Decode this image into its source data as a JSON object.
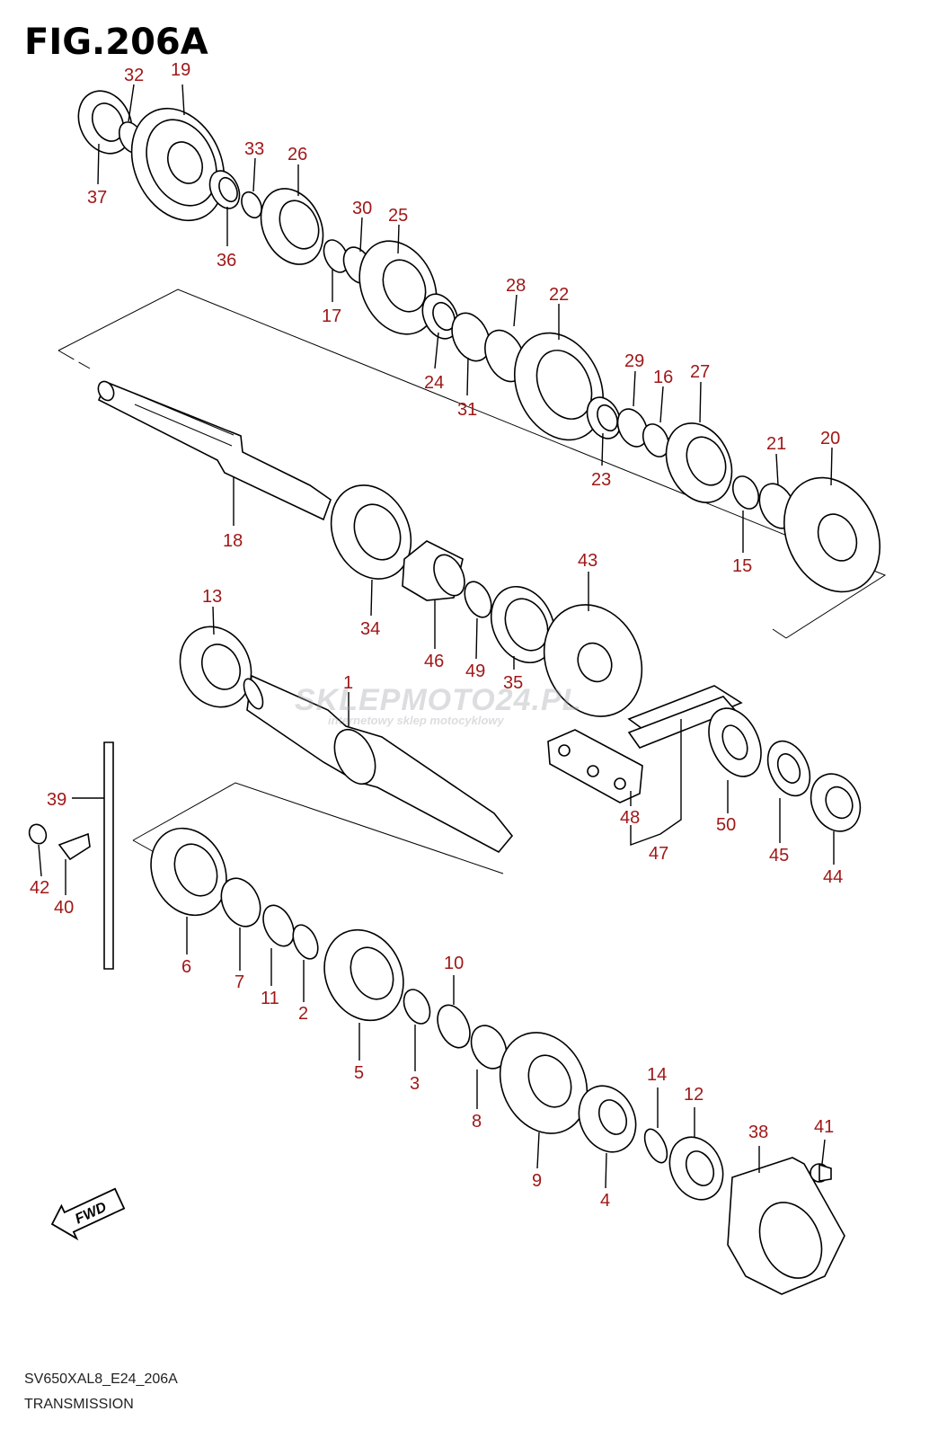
{
  "figure": {
    "title": "FIG.206A",
    "model_code": "SV650XAL8_E24_206A",
    "section_name": "TRANSMISSION",
    "direction_label": "FWD"
  },
  "watermark": {
    "brand": "SKLEPMOTO24.PL",
    "tagline": "internetowy sklep motocyklowy"
  },
  "callouts": [
    "1",
    "2",
    "3",
    "4",
    "5",
    "6",
    "7",
    "8",
    "9",
    "10",
    "11",
    "12",
    "13",
    "14",
    "15",
    "16",
    "17",
    "18",
    "19",
    "20",
    "21",
    "22",
    "23",
    "24",
    "25",
    "26",
    "27",
    "28",
    "29",
    "30",
    "31",
    "32",
    "33",
    "34",
    "35",
    "36",
    "37",
    "38",
    "39",
    "40",
    "41",
    "42",
    "43",
    "44",
    "45",
    "46",
    "47",
    "48",
    "49",
    "50"
  ],
  "colors": {
    "callout": "#a01818",
    "line": "#000000",
    "background": "#ffffff"
  }
}
